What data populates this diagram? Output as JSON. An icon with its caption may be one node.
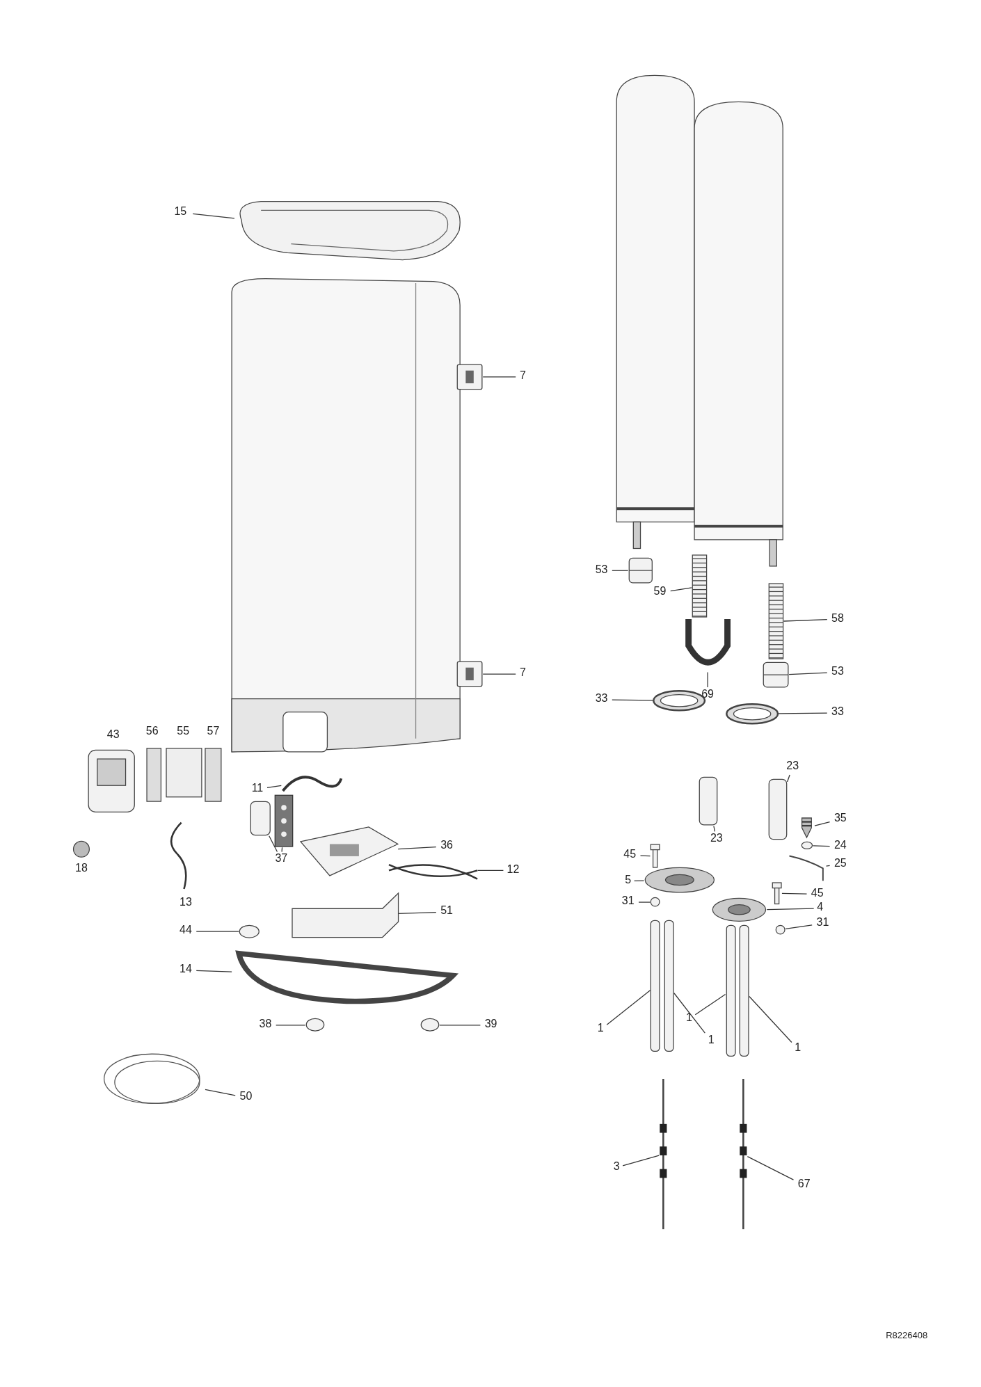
{
  "diagram": {
    "nodes": [
      {
        "text": [
          "15"
        ]
      },
      {
        "text": [],
        "shape": "picture"
      },
      {
        "text": [
          "7"
        ]
      },
      {
        "text": [],
        "shape": "picture"
      },
      {
        "text": [
          "7"
        ]
      },
      {
        "text": [],
        "shape": "picture"
      },
      {
        "text": [
          "11"
        ]
      },
      {
        "text": [],
        "shape": "picture"
      },
      {
        "text": [
          "36"
        ]
      },
      {
        "text": [],
        "shape": "picture"
      },
      {
        "text": [
          "37"
        ]
      },
      {
        "text": [],
        "shape": "box"
      },
      {
        "text": [],
        "shape": "picture"
      },
      {
        "text": [
          "12"
        ]
      },
      {
        "text": [],
        "shape": "picture"
      },
      {
        "text": [
          "51"
        ]
      },
      {
        "text": [],
        "shape": "picture"
      },
      {
        "text": [
          "44"
        ]
      },
      {
        "text": [],
        "shape": "circle"
      },
      {
        "text": [
          "14"
        ]
      },
      {
        "text": [],
        "shape": "picture"
      },
      {
        "text": [
          "38"
        ]
      },
      {
        "text": [],
        "shape": "circle"
      },
      {
        "text": [
          "39"
        ]
      },
      {
        "text": [],
        "shape": "circle"
      },
      {
        "text": [
          "50"
        ]
      },
      {
        "text": [],
        "shape": "picture"
      },
      {
        "text": [
          "53"
        ]
      },
      {
        "text": [],
        "shape": "picture"
      },
      {
        "text": [
          "59"
        ]
      },
      {
        "text": [],
        "shape": "picture"
      },
      {
        "text": [
          "69"
        ]
      },
      {
        "text": [],
        "shape": "picture"
      },
      {
        "text": [
          "58"
        ]
      },
      {
        "text": [],
        "shape": "picture"
      },
      {
        "text": [
          "53"
        ]
      },
      {
        "text": [],
        "shape": "picture"
      },
      {
        "text": [
          "33"
        ]
      },
      {
        "text": [],
        "shape": "picture"
      },
      {
        "text": [
          "33"
        ]
      },
      {
        "text": [],
        "shape": "picture"
      },
      {
        "text": [
          "23"
        ]
      },
      {
        "text": [],
        "shape": "box"
      },
      {
        "text": [
          "23"
        ]
      },
      {
        "text": [],
        "shape": "box"
      },
      {
        "text": [
          "35"
        ]
      },
      {
        "text": [],
        "shape": "picture"
      },
      {
        "text": [
          "24"
        ]
      },
      {
        "text": [],
        "shape": "circle"
      },
      {
        "text": [
          "25"
        ]
      },
      {
        "text": [],
        "shape": "picture"
      },
      {
        "text": [
          "45"
        ]
      },
      {
        "text": [],
        "shape": "picture"
      },
      {
        "text": [
          "5"
        ]
      },
      {
        "text": [],
        "shape": "picture"
      },
      {
        "text": [
          "31"
        ]
      },
      {
        "text": [],
        "shape": "circle"
      },
      {
        "text": [
          "45"
        ]
      },
      {
        "text": [],
        "shape": "picture"
      },
      {
        "text": [
          "4"
        ]
      },
      {
        "text": [],
        "shape": "picture"
      },
      {
        "text": [
          "31"
        ]
      },
      {
        "text": [],
        "shape": "circle"
      },
      {
        "text": [
          "1"
        ]
      },
      {
        "text": [],
        "shape": "box"
      },
      {
        "text": [
          "1"
        ]
      },
      {
        "text": [],
        "shape": "box"
      },
      {
        "text": [
          "1"
        ]
      },
      {
        "text": [],
        "shape": "box"
      },
      {
        "text": [
          "1"
        ]
      },
      {
        "text": [],
        "shape": "box"
      },
      {
        "text": [
          "3"
        ]
      },
      {
        "text": [],
        "shape": "picture"
      },
      {
        "text": [
          "67"
        ]
      },
      {
        "text": [],
        "shape": "picture"
      }
    ],
    "edges": [
      {
        "from": 0,
        "to": 1,
        "arrow": "none"
      },
      {
        "from": 2,
        "to": 3,
        "arrow": "none"
      },
      {
        "from": 4,
        "to": 5,
        "arrow": "none"
      },
      {
        "from": 6,
        "to": 7,
        "arrow": "none"
      },
      {
        "from": 8,
        "to": 9,
        "arrow": "none"
      },
      {
        "from": 10,
        "to": 11,
        "arrow": "none"
      },
      {
        "from": 10,
        "to": 12,
        "arrow": "none"
      },
      {
        "from": 13,
        "to": 14,
        "arrow": "none"
      },
      {
        "from": 15,
        "to": 16,
        "arrow": "none"
      },
      {
        "from": 17,
        "to": 18,
        "arrow": "none"
      },
      {
        "from": 19,
        "to": 20,
        "arrow": "none"
      },
      {
        "from": 21,
        "to": 22,
        "arrow": "none"
      },
      {
        "from": 23,
        "to": 24,
        "arrow": "none"
      },
      {
        "from": 25,
        "to": 26,
        "arrow": "none"
      },
      {
        "from": 27,
        "to": 28,
        "arrow": "none"
      },
      {
        "from": 29,
        "to": 30,
        "arrow": "none"
      },
      {
        "from": 31,
        "to": 32,
        "arrow": "none"
      },
      {
        "from": 33,
        "to": 34,
        "arrow": "none"
      },
      {
        "from": 35,
        "to": 36,
        "arrow": "none"
      },
      {
        "from": 37,
        "to": 38,
        "arrow": "none"
      },
      {
        "from": 39,
        "to": 40,
        "arrow": "none"
      },
      {
        "from": 41,
        "to": 42,
        "arrow": "none"
      },
      {
        "from": 43,
        "to": 44,
        "arrow": "none"
      },
      {
        "from": 45,
        "to": 46,
        "arrow": "none"
      },
      {
        "from": 47,
        "to": 48,
        "arrow": "none"
      },
      {
        "from": 49,
        "to": 50,
        "arrow": "none"
      },
      {
        "from": 51,
        "to": 52,
        "arrow": "none"
      },
      {
        "from": 53,
        "to": 54,
        "arrow": "none"
      },
      {
        "from": 55,
        "to": 56,
        "arrow": "none"
      },
      {
        "from": 57,
        "to": 58,
        "arrow": "none"
      },
      {
        "from": 59,
        "to": 60,
        "arrow": "none"
      },
      {
        "from": 61,
        "to": 62,
        "arrow": "none"
      },
      {
        "from": 63,
        "to": 64,
        "arrow": "none"
      },
      {
        "from": 65,
        "to": 66,
        "arrow": "none"
      },
      {
        "from": 67,
        "to": 68,
        "arrow": "none"
      },
      {
        "from": 69,
        "to": 70,
        "arrow": "none"
      },
      {
        "from": 71,
        "to": 72,
        "arrow": "none"
      },
      {
        "from": 73,
        "to": 74,
        "arrow": "none"
      }
    ],
    "labels": [
      "43",
      "56",
      "55",
      "57",
      "18",
      "13",
      "R8226408"
    ]
  }
}
